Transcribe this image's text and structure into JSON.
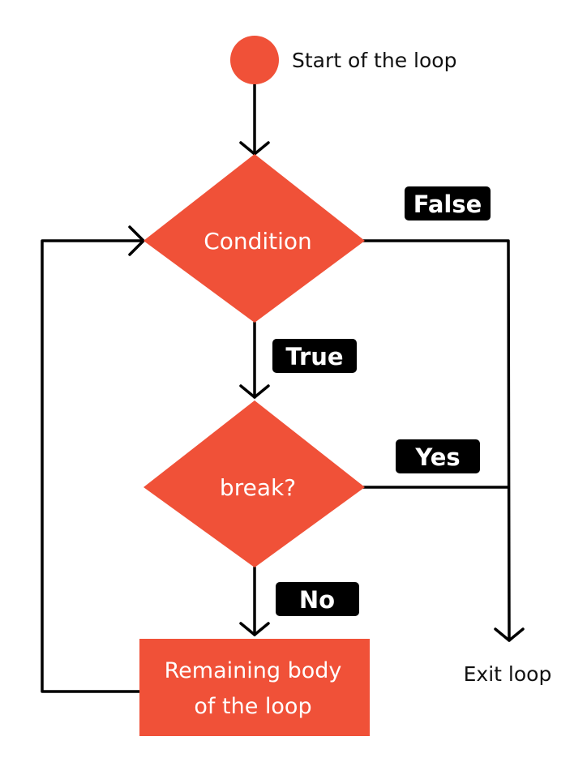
{
  "diagram": {
    "accent_color": "#F05138",
    "badge_color": "#000000",
    "nodes": {
      "start": {
        "label": "Start of the loop"
      },
      "condition": {
        "label": "Condition"
      },
      "break_check": {
        "label": "break?"
      },
      "body": {
        "label_line1": "Remaining body",
        "label_line2": "of the loop"
      },
      "exit": {
        "label": "Exit loop"
      }
    },
    "edge_labels": {
      "false": "False",
      "true": "True",
      "yes": "Yes",
      "no": "No"
    }
  }
}
